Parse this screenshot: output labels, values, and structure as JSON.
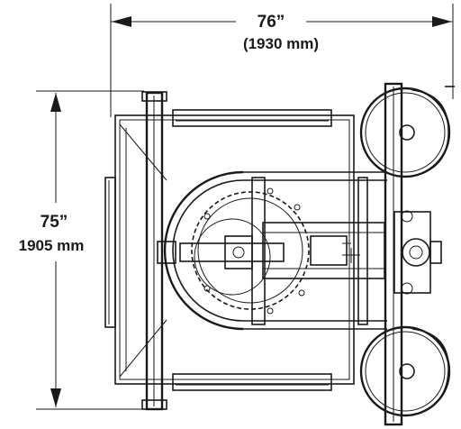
{
  "dimensions": {
    "width": {
      "imperial": "76”",
      "metric": "(1930 mm)"
    },
    "height": {
      "imperial": "75”",
      "metric": "1905 mm"
    }
  }
}
